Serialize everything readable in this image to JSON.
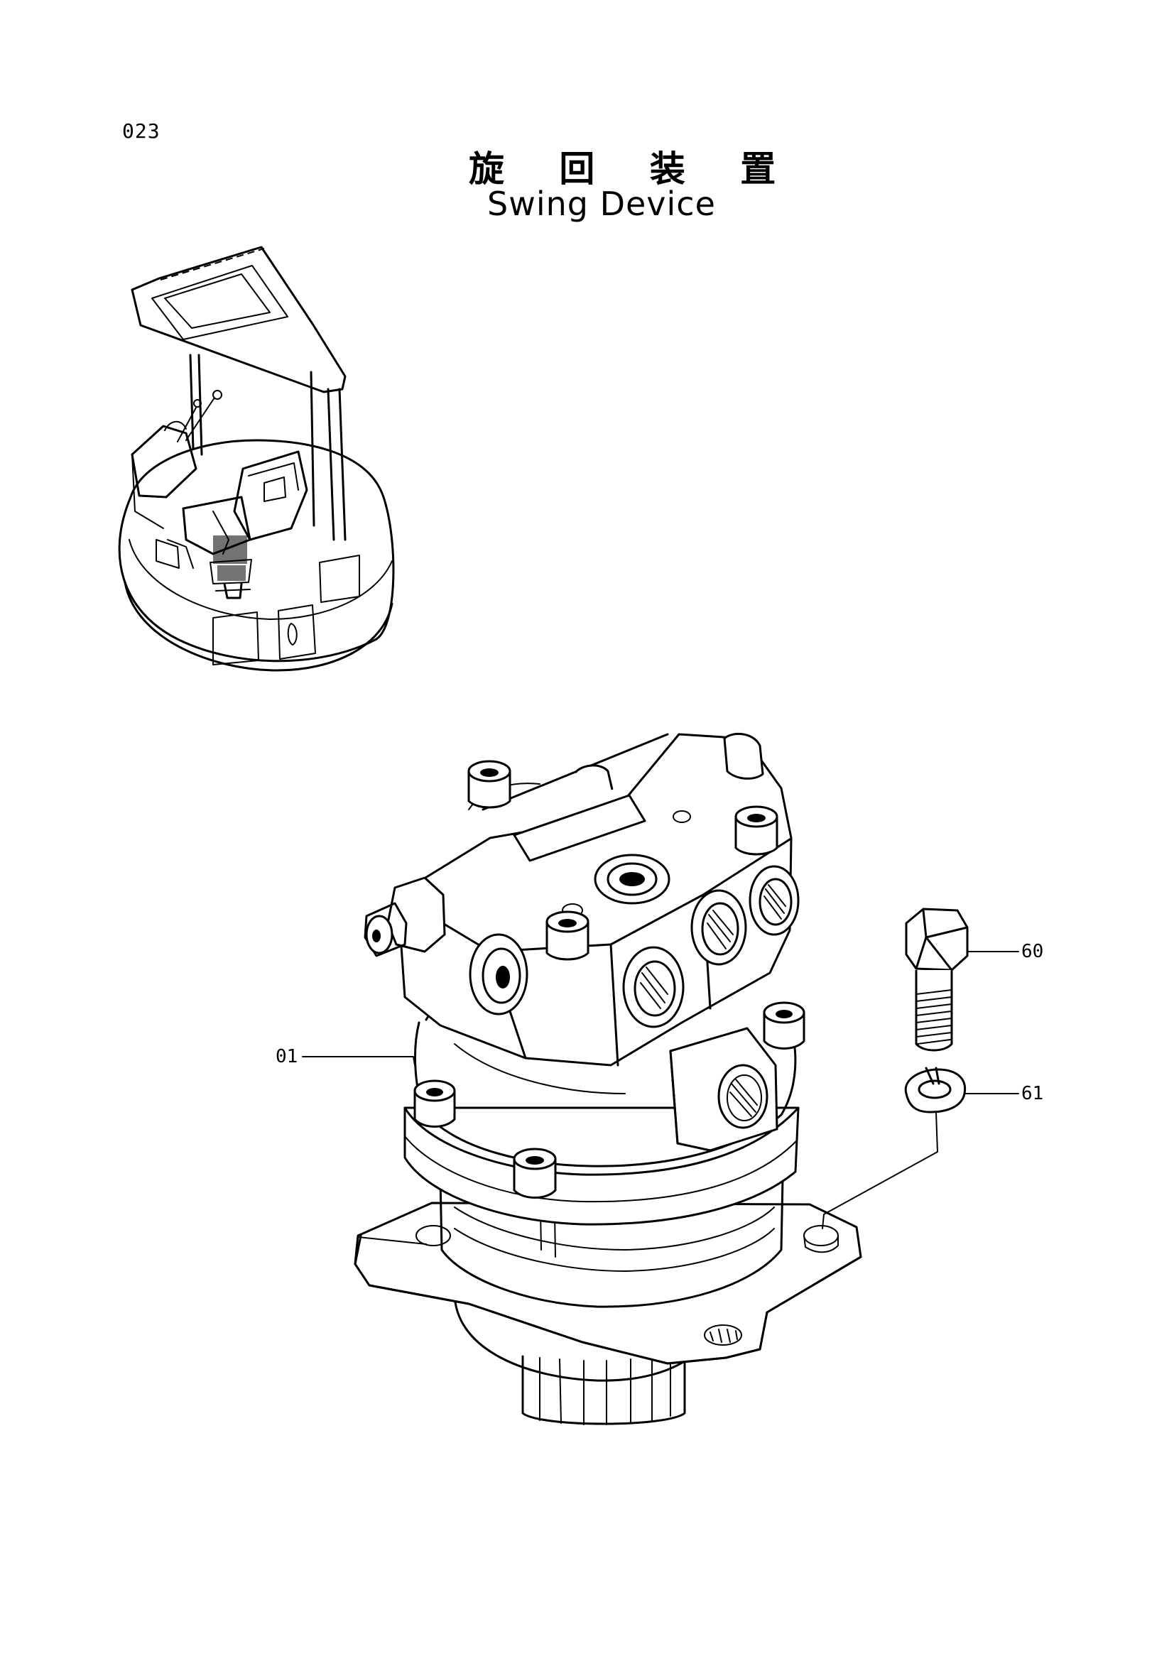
{
  "page": {
    "number": "023",
    "title_jp": "旋 回 装 置",
    "title_en": "Swing Device"
  },
  "callouts": [
    {
      "id": "c01",
      "label": "01",
      "part": "swing-device-assembly"
    },
    {
      "id": "c60",
      "label": "60",
      "part": "hex-bolt"
    },
    {
      "id": "c61",
      "label": "61",
      "part": "lock-washer"
    }
  ],
  "colors": {
    "ink": "#000000",
    "paper": "#ffffff"
  }
}
